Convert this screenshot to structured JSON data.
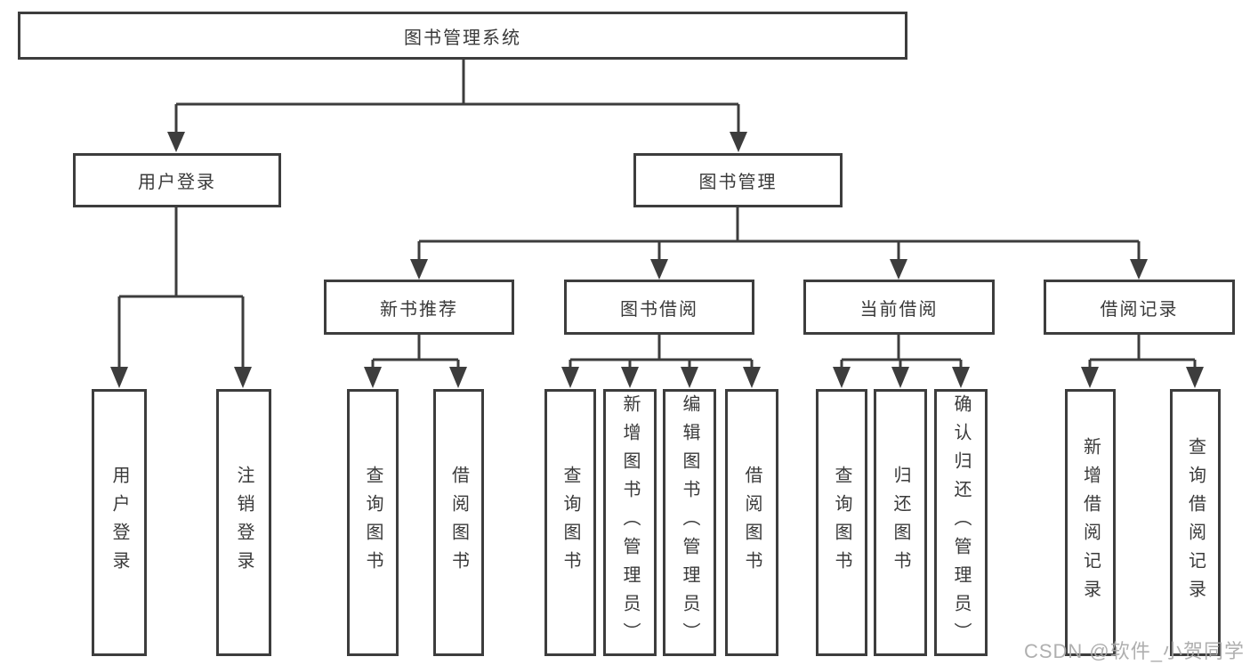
{
  "tree": {
    "root": {
      "label": "图书管理系统",
      "children": [
        {
          "label": "用户登录",
          "children": [
            {
              "label": "用户登录"
            },
            {
              "label": "注销登录"
            }
          ]
        },
        {
          "label": "图书管理",
          "children": [
            {
              "label": "新书推荐",
              "children": [
                {
                  "label": "查询图书"
                },
                {
                  "label": "借阅图书"
                }
              ]
            },
            {
              "label": "图书借阅",
              "children": [
                {
                  "label": "查询图书"
                },
                {
                  "label": "新增图书（管理员）"
                },
                {
                  "label": "编辑图书（管理员）"
                },
                {
                  "label": "借阅图书"
                }
              ]
            },
            {
              "label": "当前借阅",
              "children": [
                {
                  "label": "查询图书"
                },
                {
                  "label": "归还图书"
                },
                {
                  "label": "确认归还（管理员）"
                }
              ]
            },
            {
              "label": "借阅记录",
              "children": [
                {
                  "label": "新增借阅记录"
                },
                {
                  "label": "查询借阅记录"
                }
              ]
            }
          ]
        }
      ]
    }
  },
  "watermark": "CSDN @软件_小贺同学",
  "colors": {
    "line": "#3d3d3d",
    "text": "#3a3a3a",
    "watermark": "#a8a8a8",
    "background": "#ffffff"
  }
}
